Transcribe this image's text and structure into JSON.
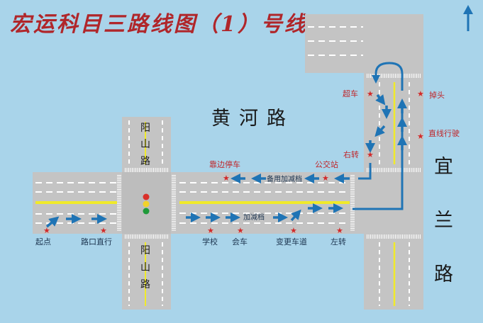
{
  "title": "宏运科目三路线图（1）号线",
  "roads": {
    "huanghe": "黄河路",
    "yilan": [
      "宜",
      "兰",
      "路"
    ],
    "yangshan_top": [
      "阳",
      "山",
      "路"
    ],
    "yangshan_bottom": [
      "阳",
      "山",
      "路"
    ]
  },
  "markers": {
    "start": "起点",
    "straight_at_intersection": "路口直行",
    "school": "学校",
    "meeting": "会车",
    "change_lane": "变更车道",
    "left_turn": "左转",
    "accel_decel": "加减档",
    "overtake": "超车",
    "u_turn": "掉头",
    "straight_drive": "直线行驶",
    "right_turn": "右转",
    "bus_stop": "公交站",
    "spare_accel_decel": "备用加减档",
    "pull_over": "靠边停车"
  },
  "traffic_light_colors": [
    "#d9302a",
    "#f2d22a",
    "#1f9a3a"
  ],
  "north_icon": "arrow-up-icon",
  "colors": {
    "route": "#1f74b5",
    "title": "#b0262a",
    "star": "#d22a2a"
  }
}
